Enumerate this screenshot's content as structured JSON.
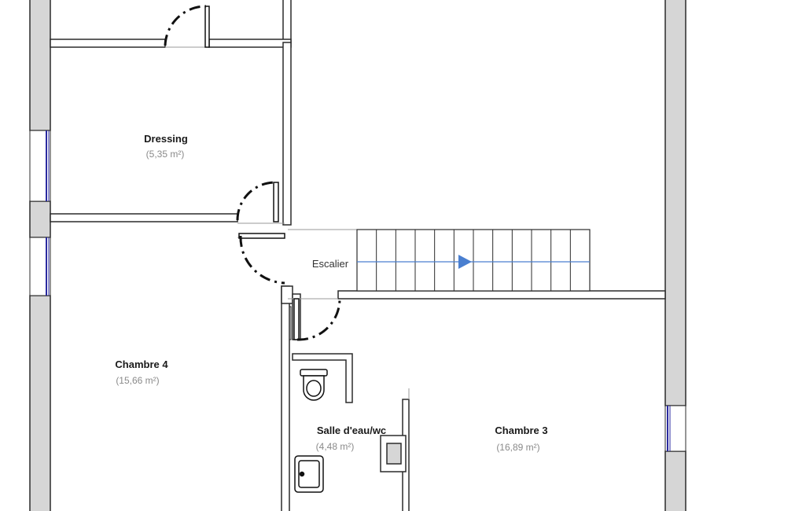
{
  "colors": {
    "wall_fill": "#d6d6d6",
    "wall_stroke": "#2b2b2b",
    "window_stroke": "#2a2aa0",
    "arrow": "#4a7fd0",
    "area_text": "#8a8a8a"
  },
  "rooms": {
    "dressing": {
      "name": "Dressing",
      "area": "(5,35 m²)"
    },
    "chambre4": {
      "name": "Chambre 4",
      "area": "(15,66 m²)"
    },
    "salle_eau": {
      "name": "Salle d'eau/wc",
      "area": "(4,48 m²)"
    },
    "chambre3": {
      "name": "Chambre 3",
      "area": "(16,89 m²)"
    }
  },
  "stairs": {
    "label": "Escalier",
    "step_count": 12,
    "direction": "right"
  }
}
